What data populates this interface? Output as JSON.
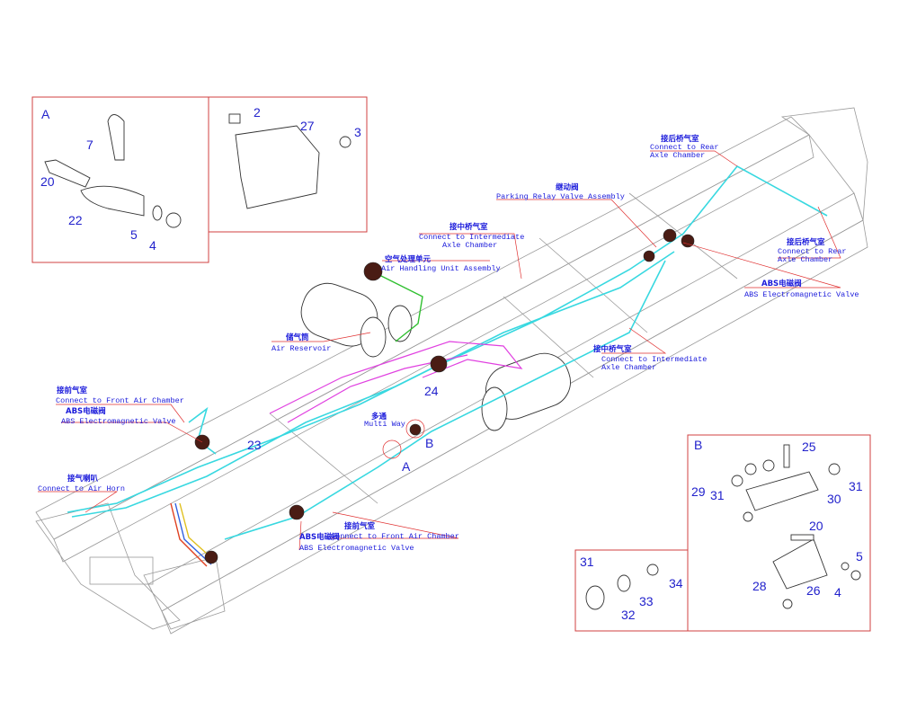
{
  "labels": {
    "rear_axle_top": {
      "cn": "接后桥气室",
      "en1": "Connect to Rear",
      "en2": "Axle Chamber"
    },
    "parking_relay": {
      "cn": "继动阀",
      "en": "Parking Relay Valve Assembly"
    },
    "intermediate_top": {
      "cn": "接中桥气室",
      "en1": "Connect to Intermediate",
      "en2": "Axle Chamber"
    },
    "air_handling": {
      "cn": "空气处理单元",
      "en": "Air Handling Unit Assembly"
    },
    "rear_axle_right": {
      "cn": "接后桥气室",
      "en1": "Connect to Rear",
      "en2": "Axle Chamber"
    },
    "abs_right": {
      "cn": "ABS电磁阀",
      "en": "ABS Electromagnetic Valve"
    },
    "air_reservoir": {
      "cn": "储气筒",
      "en": "Air Reservoir"
    },
    "intermediate_mid": {
      "cn": "接中桥气室",
      "en1": "Connect to Intermediate",
      "en2": "Axle Chamber"
    },
    "front_chamber_left": {
      "cn": "接前气室",
      "en": "Connect to Front Air Chamber"
    },
    "abs_left": {
      "cn": "ABS电磁阀",
      "en": "ABS Electromagnetic Valve"
    },
    "multi_way": {
      "cn": "多通",
      "en": "Multi Way"
    },
    "air_horn": {
      "cn": "接气喇叭",
      "en": "Connect to Air Horn"
    },
    "front_chamber_bottom": {
      "cn": "接前气室",
      "en": "Connect to Front Air Chamber"
    },
    "abs_bottom": {
      "cn": "ABS电磁阀",
      "en": "ABS Electromagnetic Valve"
    }
  },
  "callouts": {
    "n23": "23",
    "n24": "24",
    "detail_a": "A",
    "detail_b": "B"
  },
  "detail_a": {
    "title": "A",
    "parts": [
      "7",
      "20",
      "22",
      "5",
      "4",
      "2",
      "27",
      "3"
    ]
  },
  "detail_b": {
    "title": "B",
    "parts": [
      "25",
      "29",
      "31",
      "30",
      "31",
      "20",
      "5",
      "28",
      "26",
      "4"
    ]
  },
  "detail_31": {
    "title": "31",
    "parts": [
      "34",
      "33",
      "32"
    ]
  },
  "colors": {
    "pipe": "#38d8e0",
    "leader": "#e03030",
    "text": "#1a1adb"
  }
}
